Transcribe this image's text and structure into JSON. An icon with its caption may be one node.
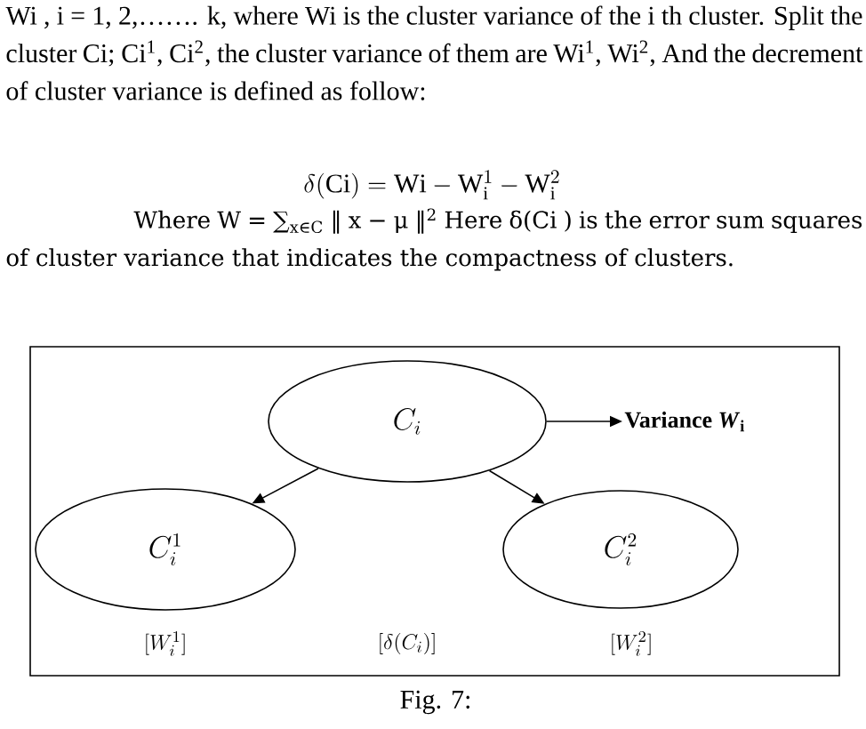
{
  "diagram": {
    "caption": "Fig. 7:",
    "nodes": [
      {
        "text": [
          "C_i"
        ]
      },
      {
        "text": [
          "C_i^1"
        ]
      },
      {
        "text": [
          "C_i^2"
        ]
      },
      {
        "text": [
          "Variance *W*$_{i}$"
        ]
      }
    ],
    "edges": [
      {
        "from": 0,
        "to": 1,
        "arrow": "to"
      },
      {
        "from": 0,
        "to": 2,
        "arrow": "to"
      },
      {
        "from": 0,
        "to": 3,
        "arrow": "to"
      }
    ],
    "labels": [
      "Wi , i = 1, 2,……. k, where Wi is the cluster variance of the i th cluster. Split the cluster Ci; Ci$^{1}$, Ci$^{2}$, the cluster variance of them are Wi$^{1}$, Wi$^{2}$, And the decrement of cluster variance is defined as follow:",
      "\\delta(\\mathrm{Ci}) = \\mathrm{Wi} - \\mathrm{W}_\\mathrm{i}^1 - \\mathrm{W}_\\mathrm{i}^2",
      "Where W = ∑$_{x∈C}$ ‖ x − μ ‖$^{2}$ Here δ(Ci ) is the error sum squares of cluster variance that indicates the compactness of clusters.",
      "[W_i^1]",
      "[\\delta(C_i)]",
      "[W_i^2]"
    ]
  }
}
